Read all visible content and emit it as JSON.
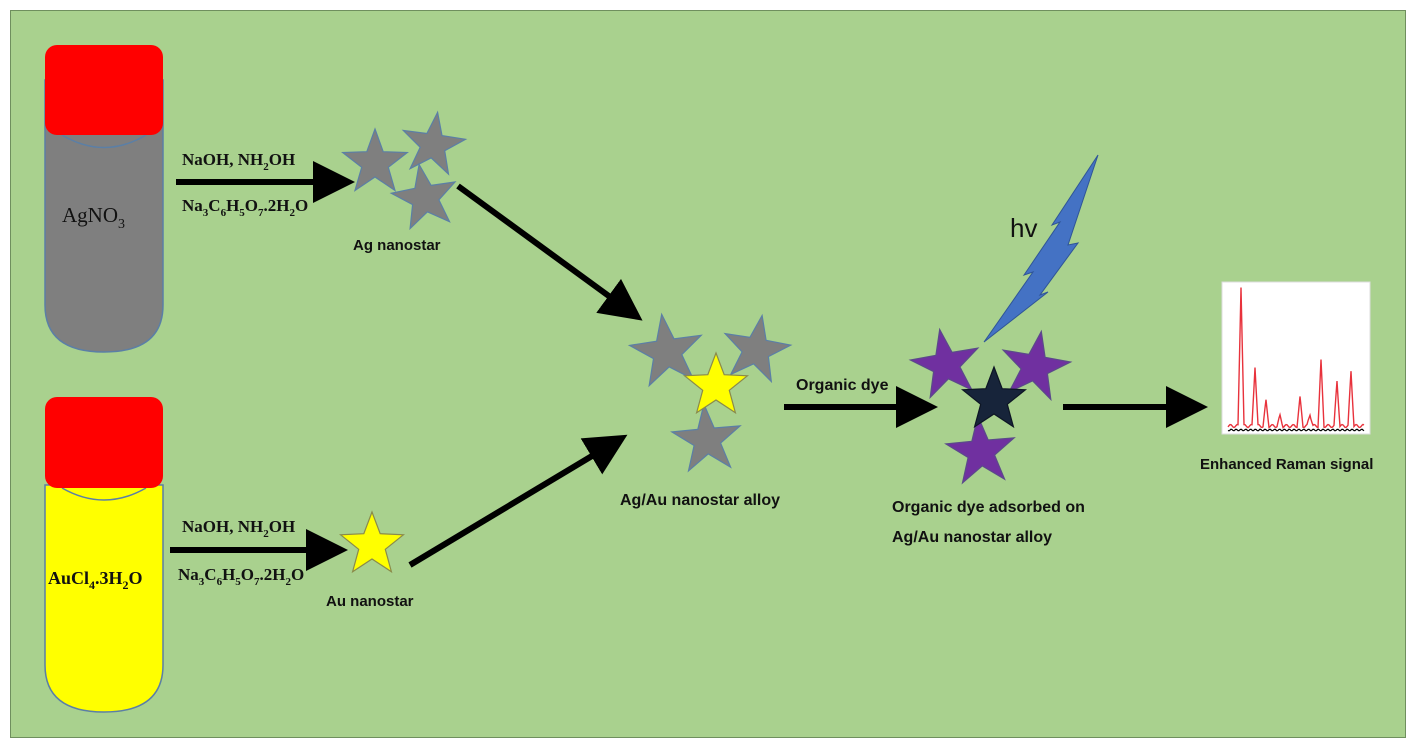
{
  "background_color": "#a9d18e",
  "tubes": [
    {
      "id": "ag",
      "label": "AgNO",
      "sub": "3",
      "body_color": "#7f7f7f",
      "cap_color": "#ff0000"
    },
    {
      "id": "au",
      "label_parts": [
        "AuCl",
        "4",
        ".3H",
        "2",
        "O"
      ],
      "body_color": "#ffff00",
      "cap_color": "#ff0000"
    }
  ],
  "reagents": {
    "line1": [
      "NaOH, NH",
      "2",
      "OH"
    ],
    "line2": [
      "Na",
      "3",
      "C",
      "6",
      "H",
      "5",
      "O",
      "7",
      ".2H",
      "2",
      "O"
    ]
  },
  "labels": {
    "ag_nanostar": "Ag nanostar",
    "au_nanostar": "Au nanostar",
    "alloy": "Ag/Au nanostar alloy",
    "organic_dye": "Organic dye",
    "adsorbed_line1": "Organic dye adsorbed on",
    "adsorbed_line2": "Ag/Au nanostar alloy",
    "light": "hv",
    "result": "Enhanced Raman signal"
  },
  "colors": {
    "silver_star": "#7f7f7f",
    "gold_star": "#ffff00",
    "dye_star": "#7030a0",
    "dark_star": "#17243a",
    "lightning": "#4472c4",
    "arrow": "#000000",
    "spectrum_red": "#e8323c",
    "spectrum_black": "#000000"
  },
  "icons": [
    "test-tube-icon",
    "nanostar-icon",
    "lightning-icon",
    "raman-spectrum-icon"
  ]
}
